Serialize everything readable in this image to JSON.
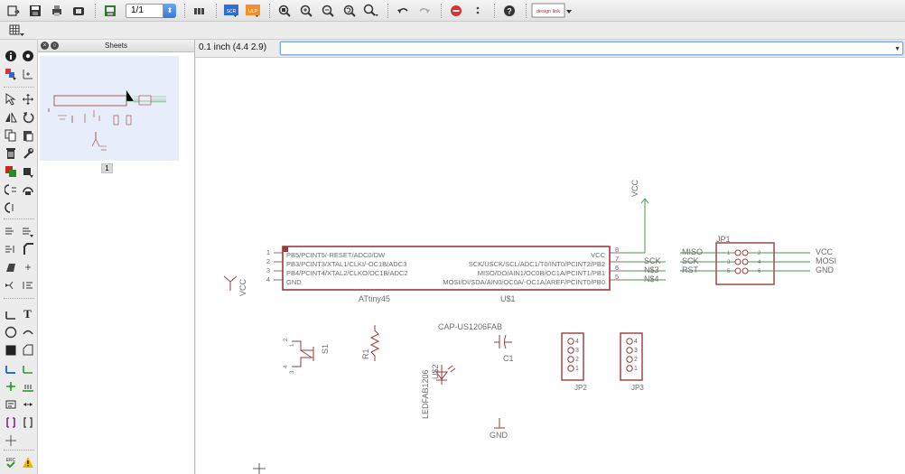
{
  "toolbar": {
    "sheet_value": "1/1",
    "icons": [
      "open-icon",
      "save-icon",
      "print-icon",
      "cam-icon",
      "board-icon",
      "sheet-combo",
      "layer-icon",
      "scr-icon",
      "ulp-icon",
      "zoom-fit-icon",
      "zoom-in-icon",
      "zoom-out-icon",
      "zoom-redraw-icon",
      "zoom-select-icon",
      "undo-icon",
      "redo-icon",
      "stop-icon",
      "more-icon",
      "help-icon",
      "designlink-icon"
    ],
    "scr_label": "SCR",
    "ulp_label": "ULP",
    "designlink_label": "design link"
  },
  "coords": {
    "text": "0.1 inch (4.4 2.9)"
  },
  "sheets": {
    "title": "Sheets",
    "page_label": "1"
  },
  "tools_panel": {
    "text_tool": "T",
    "erc_label": "ERC"
  },
  "schematic": {
    "ic": {
      "name": "ATtiny45",
      "value": "U$1",
      "left_pins": [
        {
          "num": "1",
          "label": "PB5/PCINT5/-RESET/ADC0/DW"
        },
        {
          "num": "2",
          "label": "PB3/PCINT3/XTAL1/CLKI/-OC1B/ADC3"
        },
        {
          "num": "3",
          "label": "PB4/PCINT4/XTAL2/CLKO/OC1B/ADC2"
        },
        {
          "num": "4",
          "label": "GND"
        }
      ],
      "right_pins": [
        {
          "num": "8",
          "label": "VCC"
        },
        {
          "num": "7",
          "label": "SCK/USCK/SCL/ADC1/T0/INT0/PCINT2/PB2"
        },
        {
          "num": "6",
          "label": "MISO/DO/AIN1/OC0B/OC1A/PCINT1/PB1"
        },
        {
          "num": "5",
          "label": "MOSI/DI/SDA/AIN0/OC0A/-OC1A/AREF/PCINT0/PB0"
        }
      ]
    },
    "nets": {
      "sck": "SCK",
      "n3": "N$3",
      "n4": "N$4"
    },
    "vcc_label": "VCC",
    "gnd_label": "GND",
    "jp1": {
      "name": "JP1",
      "left_labels": [
        "MISO",
        "SCK",
        "RST"
      ],
      "right_labels": [
        "VCC",
        "MOSI",
        "GND"
      ],
      "left_nums": [
        "1",
        "3",
        "5"
      ],
      "right_nums": [
        "2",
        "4",
        "6"
      ]
    },
    "s1": {
      "name": "S1",
      "pins": [
        "2",
        "1",
        "4",
        "3"
      ]
    },
    "r1": {
      "name": "R1"
    },
    "cap": {
      "package": "CAP-US1206FAB",
      "name": "C1"
    },
    "led": {
      "package": "LEDFAB1206",
      "name": "U$2"
    },
    "jp2": {
      "name": "JP2",
      "pins": [
        "4",
        "3",
        "2",
        "1"
      ]
    },
    "jp3": {
      "name": "JP3",
      "pins": [
        "4",
        "3",
        "2",
        "1"
      ]
    }
  }
}
